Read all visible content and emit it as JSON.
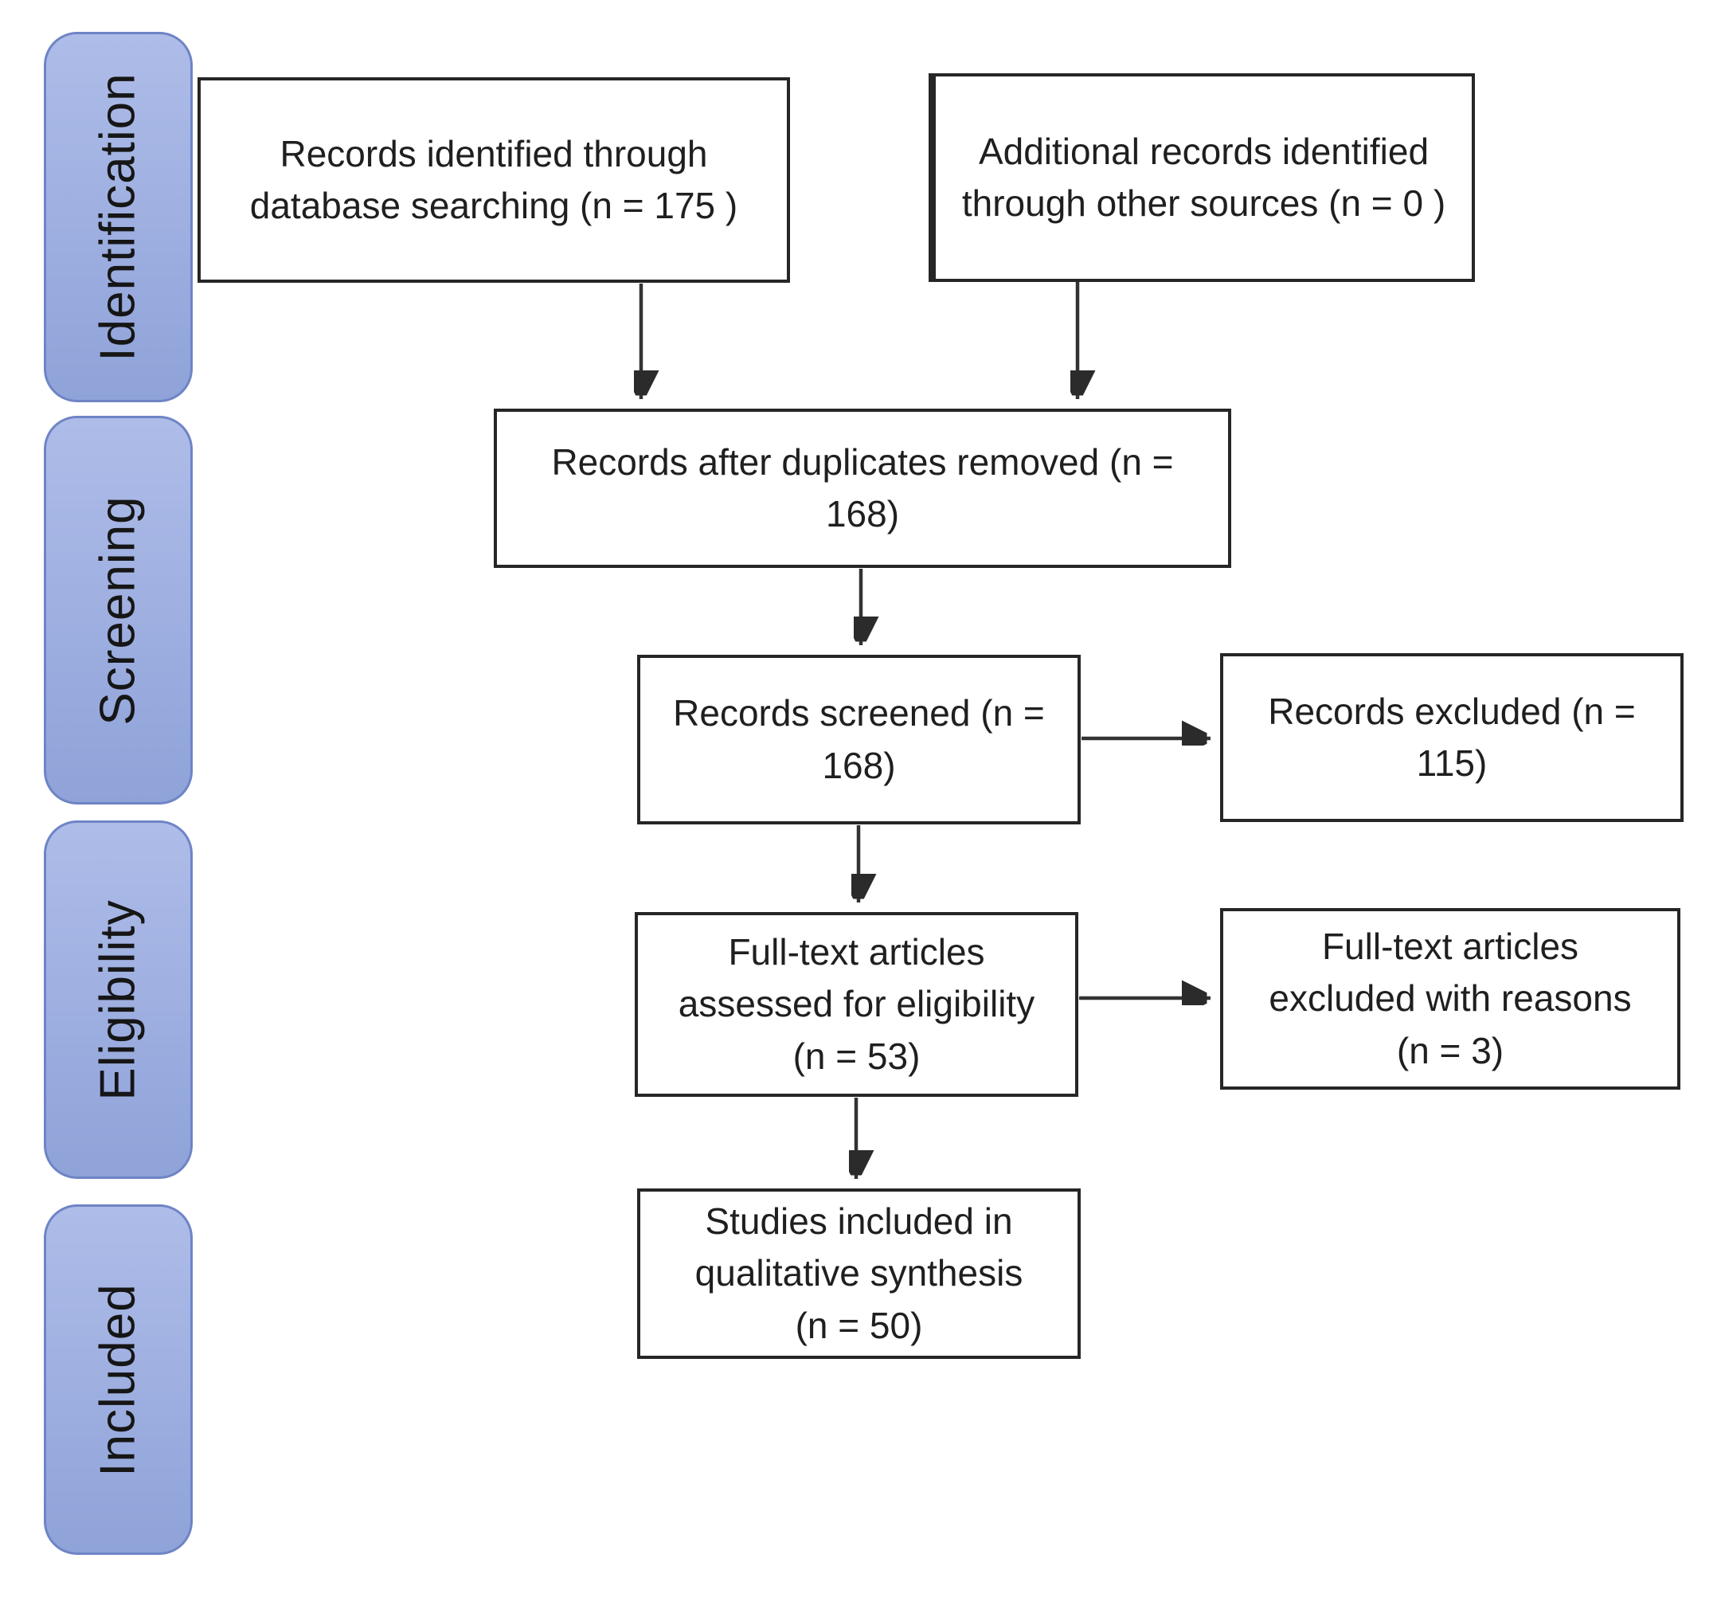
{
  "sidebar": {
    "stages": [
      {
        "id": "identification",
        "label": "Identification"
      },
      {
        "id": "screening",
        "label": "Screening"
      },
      {
        "id": "eligibility",
        "label": "Eligibility"
      },
      {
        "id": "included",
        "label": "Included"
      }
    ]
  },
  "flow": {
    "records_identified": {
      "label": "Records identified through\ndatabase searching (n = 175 )"
    },
    "additional_records": {
      "label": "Additional records identified\nthrough other sources (n = 0 )"
    },
    "duplicates_removed": {
      "label": "Records after duplicates removed (n =\n168)"
    },
    "records_screened": {
      "label": "Records screened (n =\n168)"
    },
    "records_excluded": {
      "label": "Records excluded (n =\n115)"
    },
    "fulltext_assessed": {
      "label": "Full-text articles\nassessed for eligibility\n(n = 53)"
    },
    "fulltext_excluded": {
      "label": "Full-text articles\nexcluded with reasons\n(n = 3)"
    },
    "studies_included": {
      "label": "Studies included in\nqualitative synthesis\n(n = 50)"
    }
  },
  "colors": {
    "stage_fill_top": "#aebce8",
    "stage_fill_bottom": "#8fa3d9",
    "stage_border": "#6e84c6",
    "box_border": "#262626",
    "arrow": "#333333",
    "text": "#1a1a1a",
    "background": "#ffffff"
  }
}
